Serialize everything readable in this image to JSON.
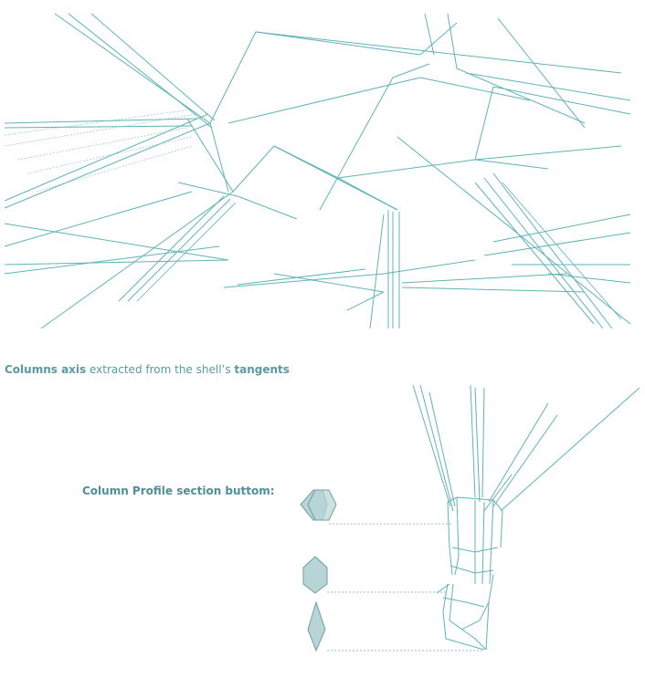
{
  "caption": {
    "part1": "Columns axis",
    "part2": " extracted from the shell’s ",
    "part3": "tangents"
  },
  "profile": {
    "title": "Column Profile section buttom:"
  },
  "colors": {
    "line": "#5fb3b8",
    "text": "#5a9aa2",
    "shape_fill": "#b7d4d6"
  }
}
